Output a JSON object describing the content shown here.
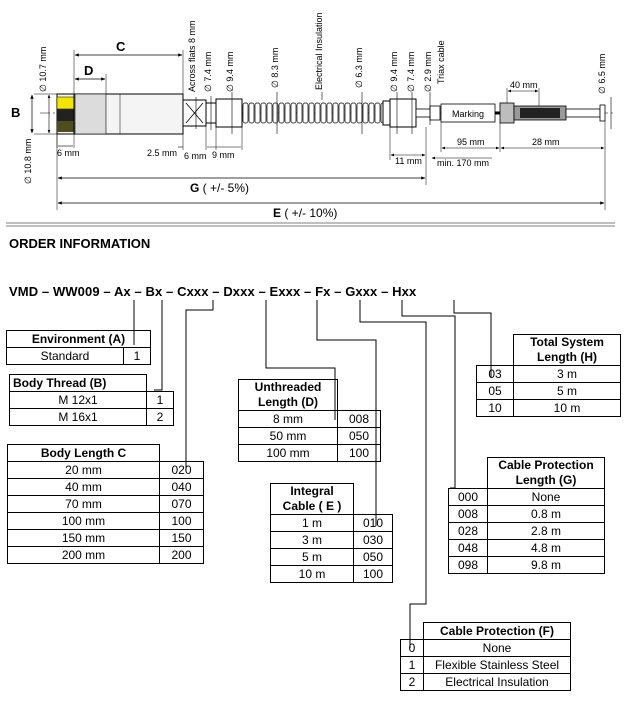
{
  "dimensions": {
    "c": "C",
    "d": "D",
    "b": "B",
    "dia_107": "∅ 10.7 mm",
    "dia_108": "∅ 10.8 mm",
    "dim_6mm_left": "6 mm",
    "dim_25mm": "2.5 mm",
    "dim_6mm": "6 mm",
    "dim_9mm": "9 mm",
    "across_flats": "Across flats  8 mm",
    "dia_74a": "∅ 7.4 mm",
    "dia_94a": "∅ 9.4 mm",
    "dia_83": "∅ 8.3 mm",
    "electrical_insulation": "Electrical Insulation",
    "dia_63": "∅ 6.3 mm",
    "dia_94b": "∅ 9.4 mm",
    "dia_74b": "∅ 7.4 mm",
    "dia_29": "∅ 2.9 mm",
    "triax_cable": "Triax cable",
    "dim_40mm": "40 mm",
    "dia_65": "∅ 6.5 mm",
    "marking": "Marking",
    "dim_11mm": "11 mm",
    "dim_95mm": "95 mm",
    "dim_28mm": "28 mm",
    "min_170": "min. 170 mm",
    "g_label": "G",
    "g_tol": " ( +/- 5%)",
    "e_label": "E",
    "e_tol": " ( +/- 10%)"
  },
  "heading": "ORDER INFORMATION",
  "order_code": "VMD – WW009 – Ax – Bx – Cxxx – Dxxx – Exxx – Fx – Gxxx – Hxx",
  "environment": {
    "title": "Environment (A)",
    "rows": [
      {
        "label": "Standard",
        "code": "1"
      }
    ]
  },
  "body_thread": {
    "title": "Body Thread (B)",
    "rows": [
      {
        "label": "M 12x1",
        "code": "1"
      },
      {
        "label": "M 16x1",
        "code": "2"
      }
    ]
  },
  "body_length": {
    "title": "Body Length C",
    "rows": [
      {
        "label": "20 mm",
        "code": "020"
      },
      {
        "label": "40 mm",
        "code": "040"
      },
      {
        "label": "70 mm",
        "code": "070"
      },
      {
        "label": "100 mm",
        "code": "100"
      },
      {
        "label": "150 mm",
        "code": "150"
      },
      {
        "label": "200 mm",
        "code": "200"
      }
    ]
  },
  "unthreaded_length": {
    "title": "Unthreaded Length (D)",
    "rows": [
      {
        "label": "8 mm",
        "code": "008"
      },
      {
        "label": "50 mm",
        "code": "050"
      },
      {
        "label": "100 mm",
        "code": "100"
      }
    ]
  },
  "integral_cable": {
    "title": "Integral Cable ( E )",
    "rows": [
      {
        "label": "1 m",
        "code": "010"
      },
      {
        "label": "3 m",
        "code": "030"
      },
      {
        "label": "5 m",
        "code": "050"
      },
      {
        "label": "10 m",
        "code": "100"
      }
    ]
  },
  "total_length": {
    "title": "Total System Length (H)",
    "rows": [
      {
        "code": "03",
        "label": "3 m"
      },
      {
        "code": "05",
        "label": "5 m"
      },
      {
        "code": "10",
        "label": "10 m"
      }
    ]
  },
  "cable_protection_length": {
    "title": "Cable Protection Length (G)",
    "rows": [
      {
        "code": "000",
        "label": "None"
      },
      {
        "code": "008",
        "label": "0.8 m"
      },
      {
        "code": "028",
        "label": "2.8 m"
      },
      {
        "code": "048",
        "label": "4.8 m"
      },
      {
        "code": "098",
        "label": "9.8 m"
      }
    ]
  },
  "cable_protection": {
    "title": "Cable Protection (F)",
    "rows": [
      {
        "code": "0",
        "label": "None"
      },
      {
        "code": "1",
        "label": "Flexible Stainless Steel"
      },
      {
        "code": "2",
        "label": "Electrical Insulation"
      }
    ]
  }
}
